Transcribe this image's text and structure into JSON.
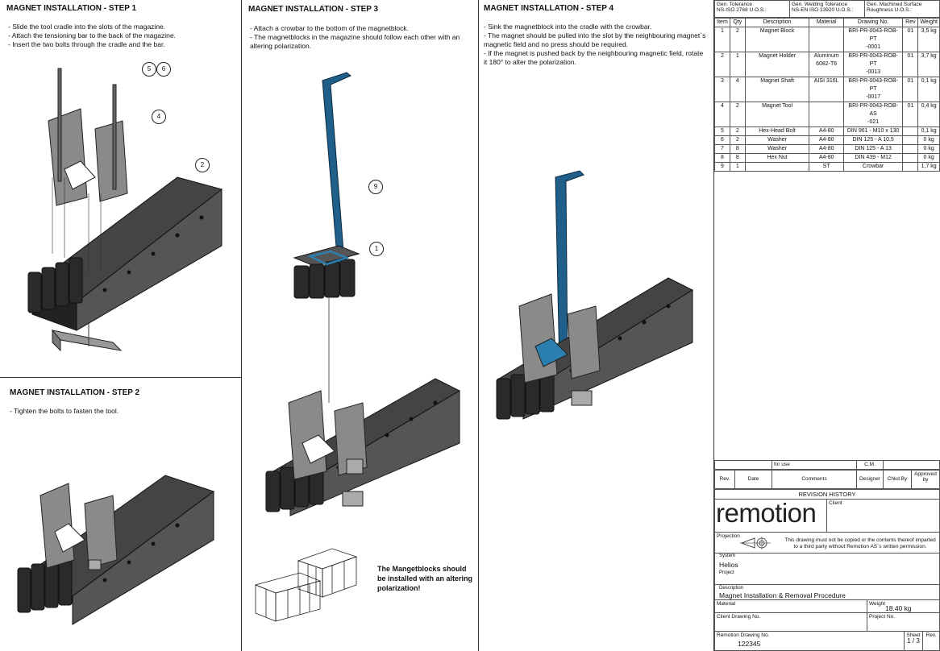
{
  "steps": [
    {
      "title": "MAGNET INSTALLATION - STEP 1",
      "text": "- Slide the tool cradle into the slots of the magazine.\n- Attach the tensioning bar to the back of the magazine.\n- Insert the two bolts through the cradle and the bar."
    },
    {
      "title": "MAGNET INSTALLATION - STEP 2",
      "text": "- Tighten the bolts to fasten the tool."
    },
    {
      "title": "MAGNET INSTALLATION - STEP 3",
      "text": "- Attach a crowbar to the bottom of the magnetblock.\n- The magnetblocks in the magazine should follow each other with an\naltering polarization."
    },
    {
      "title": "MAGNET INSTALLATION - STEP 4",
      "text": "- Sink the magnetblock into the cradle with the crowbar.\n- The magnet should be pulled into the slot by the neighbouring magnet`s\nmagnetic field and no press should be required.\n- If the magnet is pushed back by the neighbouring magnetic field, rotate\nit 180° to alter the polarization."
    }
  ],
  "balloons": {
    "b5": "5",
    "b6": "6",
    "b4": "4",
    "b2": "2",
    "b9": "9",
    "b1": "1"
  },
  "polarization_note": "The Mangetblocks should\nbe installed with an altering\npolarization!",
  "tolerances": [
    {
      "label": "Gen. Tolerance",
      "value": "NS-ISO 2768 U.O.S.:"
    },
    {
      "label": "Gen. Welding Tolerance",
      "value": "NS-EN ISO 13920 U.O.S.:"
    },
    {
      "label": "Gen. Machined Surface",
      "value": "Roughness U.O.S.:"
    }
  ],
  "bom": {
    "headers": [
      "Item",
      "Qty",
      "Description",
      "Material",
      "Drawing No.",
      "Rev",
      "Weight"
    ],
    "rows": [
      [
        "1",
        "2",
        "Magnet Block",
        "",
        "BRI-PR-0043-ROB-PT\n-0001",
        "01",
        "3,5 kg"
      ],
      [
        "2",
        "1",
        "Magnet Holder",
        "Aluminum\n6082-T6",
        "BRI-PR-0043-ROB-PT\n-0013",
        "01",
        "3,7 kg"
      ],
      [
        "3",
        "4",
        "Magnet Shaft",
        "AISI 316L",
        "BRI-PR-0043-ROB-PT\n-0017",
        "01",
        "0,1 kg"
      ],
      [
        "4",
        "2",
        "Magnet Tool",
        "",
        "BRI-PR-0043-ROB-AS\n-021",
        "01",
        "0,4 kg"
      ],
      [
        "5",
        "2",
        "Hex-Head Bolt",
        "A4-80",
        "DIN 961 - M10 x 130",
        "",
        "0,1 kg"
      ],
      [
        "6",
        "2",
        "Washer",
        "A4-80",
        "DIN 125 - A 10,5",
        "",
        "0 kg"
      ],
      [
        "7",
        "8",
        "Washer",
        "A4-80",
        "DIN 125 - A 13",
        "",
        "0 kg"
      ],
      [
        "8",
        "8",
        "Hex Nut",
        "A4-80",
        "DIN 439 - M12",
        "",
        "0 kg"
      ],
      [
        "9",
        "1",
        "",
        "ST",
        "Crowbar",
        "",
        "1,7 kg"
      ]
    ]
  },
  "revision": {
    "row_comment": "for use",
    "row_cm": "C.M.",
    "headers": [
      "Rev.",
      "Date",
      "Comments",
      "Designer",
      "Chkd.By",
      "Approved\nby"
    ],
    "title": "REVISION HISTORY"
  },
  "titleblock": {
    "logo": "remotion",
    "client_label": "Client",
    "projection_label": "Projection",
    "copyright": "This drawing must not be copied or the contents thereof imparted\nto a third party without Remotion AS`s written permission.",
    "system_label": "System",
    "system_value": "Helios",
    "project_label": "Project",
    "description_label": "Description",
    "description_value": "Magnet Installation & Removal Procedure",
    "material_label": "Material",
    "weight_label": "Weight",
    "weight_value": "18.40 kg",
    "client_drawing_label": "Client Drawing No.",
    "project_no_label": "Project No.",
    "remotion_drawing_label": "Remotion Drawing No.",
    "remotion_drawing_value": "122345",
    "sheet_label": "Sheet",
    "sheet_value": "1 / 3",
    "rev_label": "Rev."
  }
}
